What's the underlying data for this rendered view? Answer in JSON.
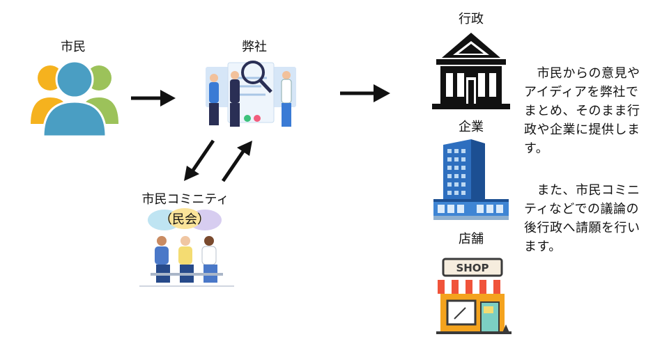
{
  "labels": {
    "citizen": "市民",
    "company": "弊社",
    "community": "市民コミニティ",
    "community_sub": "（民会）",
    "government": "行政",
    "enterprise": "企業",
    "store": "店舗"
  },
  "shop_sign": "SHOP",
  "description": {
    "p1": "　市民からの意見やアイディアを弊社でまとめ、そのまま行政や企業に提供します。",
    "p2": "　また、市民コミニティなどでの議論の後行政へ請願を行います。"
  },
  "icons": {
    "citizen": "people-group-icon",
    "company": "team-analysis-icon",
    "community": "community-meeting-icon",
    "government": "government-building-icon",
    "enterprise": "office-tower-icon",
    "store": "shop-icon"
  },
  "colors": {
    "citizen_left": "#f5b21e",
    "citizen_right": "#9cc25a",
    "citizen_center": "#4a9ec3",
    "arrow": "#111111",
    "tower": "#2e6fbf",
    "awning_red": "#f0533a",
    "shop_wall": "#f4a31e"
  }
}
